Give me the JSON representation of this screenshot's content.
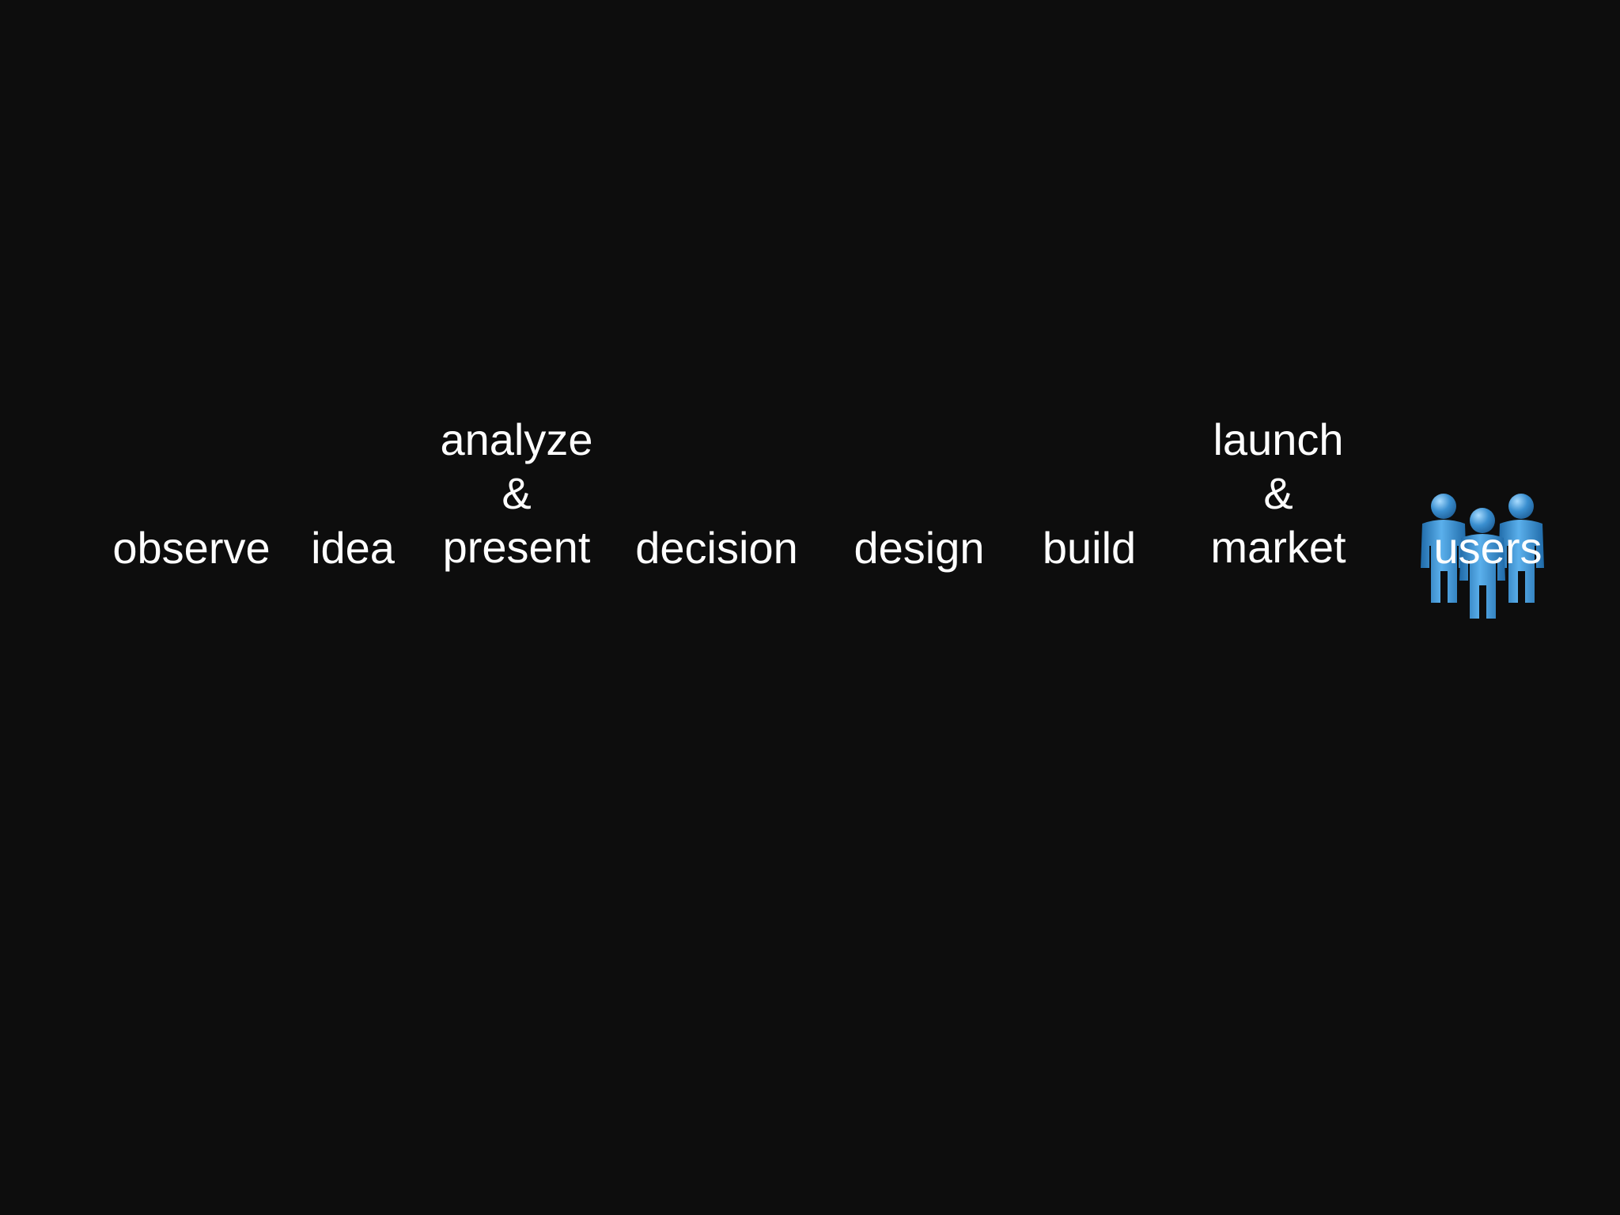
{
  "steps": {
    "observe": "observe",
    "idea": "idea",
    "analyze_present": [
      "analyze",
      "&",
      "present"
    ],
    "decision": "decision",
    "design": "design",
    "build": "build",
    "launch_market": [
      "launch",
      "&",
      "market"
    ],
    "users": "users"
  },
  "icons": {
    "users": "people-group-icon"
  },
  "colors": {
    "background": "#0d0d0d",
    "text": "#ffffff",
    "users_icon": "#3a8fd0"
  }
}
